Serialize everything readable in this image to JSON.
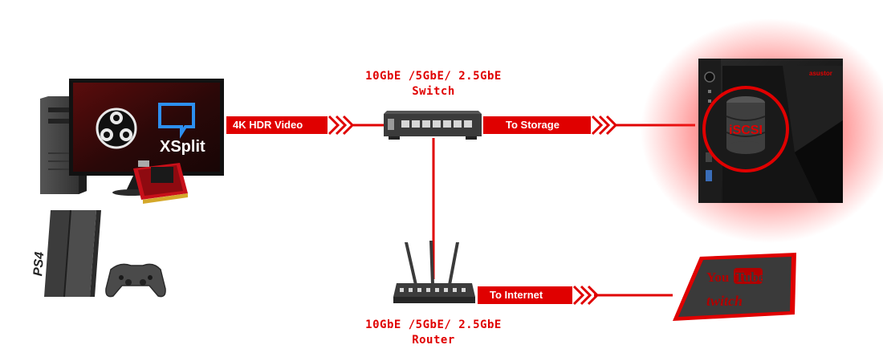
{
  "diagram": {
    "switch_label": {
      "line1": "10GbE /5GbE/ 2.5GbE",
      "line2": "Switch"
    },
    "router_label": {
      "line1": "10GbE /5GbE/ 2.5GbE",
      "line2": "Router"
    },
    "links": {
      "video": "4K HDR Video",
      "storage": "To Storage",
      "internet": "To Internet"
    },
    "nas": {
      "brand": "asustor",
      "volume_label": "iSCSI"
    },
    "monitor": {
      "app_xsplit": "XSplit"
    },
    "console": {
      "label": "PS4"
    },
    "streaming": {
      "youtube_you": "You",
      "youtube_tube": "Tube",
      "twitch": "twitch"
    },
    "colors": {
      "accent": "#e00000",
      "dark": "#1c1c1c",
      "panel": "#3a3a3a"
    },
    "icons": [
      "pc-tower-icon",
      "monitor-icon",
      "obs-icon",
      "xsplit-icon",
      "capture-card-icon",
      "ps4-icon",
      "gamepad-icon",
      "switch-icon",
      "router-icon",
      "nas-icon",
      "database-icon",
      "streaming-logos-icon"
    ]
  }
}
